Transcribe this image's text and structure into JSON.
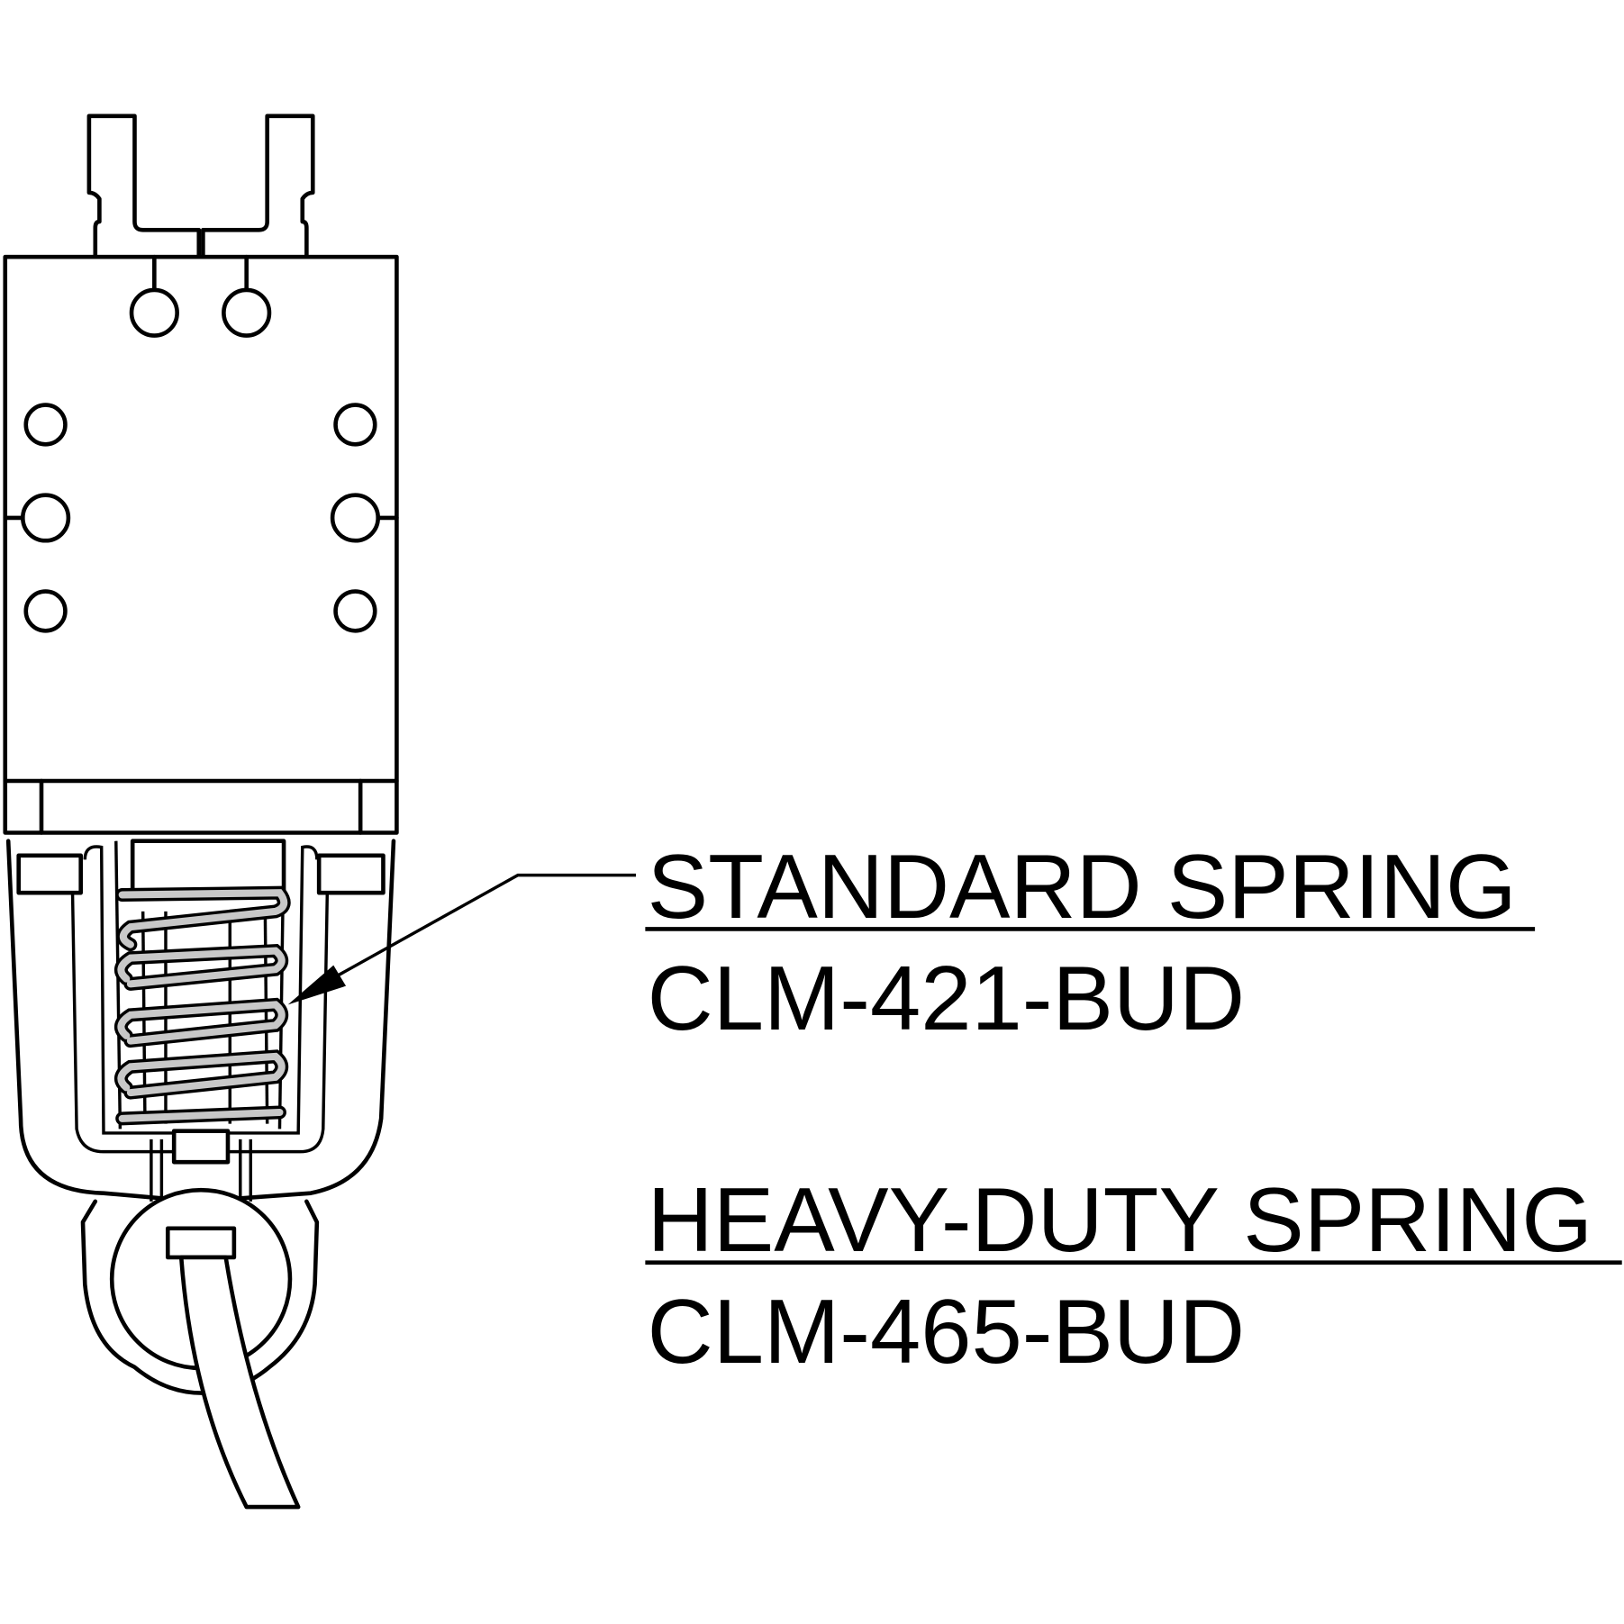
{
  "labels": {
    "standard": {
      "title": "STANDARD SPRING",
      "part": "CLM-421-BUD"
    },
    "heavy": {
      "title": "HEAVY-DUTY SPRING",
      "part": "CLM-465-BUD"
    }
  },
  "colors": {
    "line": "#000000",
    "spring": "#c8c8c8",
    "background": "#ffffff"
  }
}
